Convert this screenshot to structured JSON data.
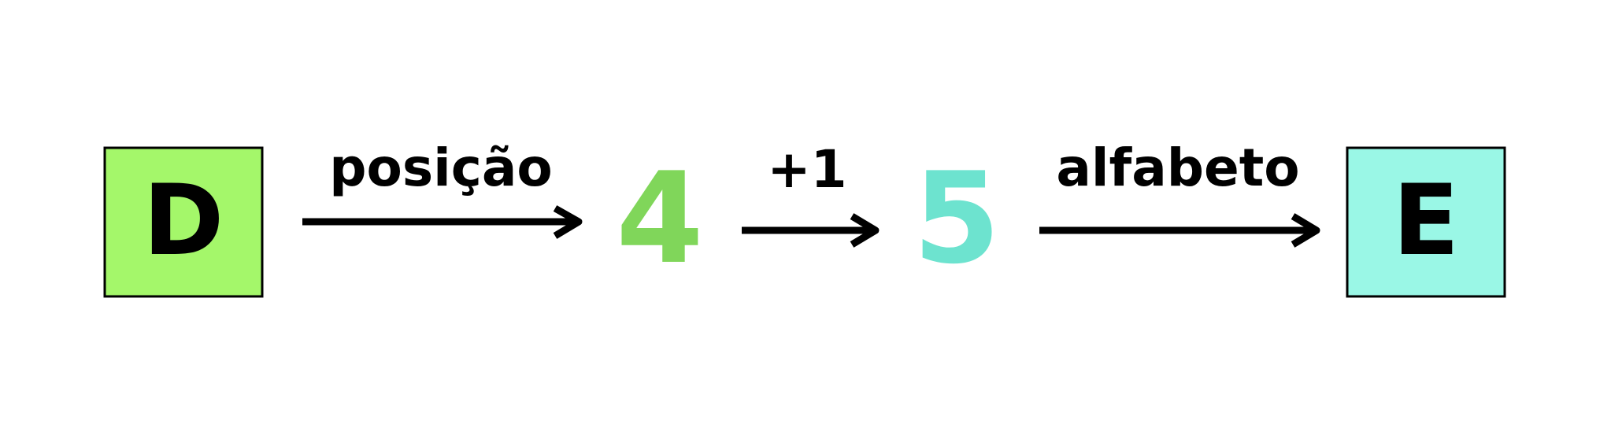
{
  "diagram": {
    "start": {
      "letter": "D",
      "fill": "#a4f76a"
    },
    "step1": {
      "label": "posição"
    },
    "value1": {
      "text": "4",
      "color": "#80d65a"
    },
    "step2": {
      "label": "+1"
    },
    "value2": {
      "text": "5",
      "color": "#6de3cf"
    },
    "step3": {
      "label": "alfabeto"
    },
    "end": {
      "letter": "E",
      "fill": "#9af7e6"
    },
    "colors": {
      "stroke": "#000000",
      "background": "#ffffff"
    }
  }
}
